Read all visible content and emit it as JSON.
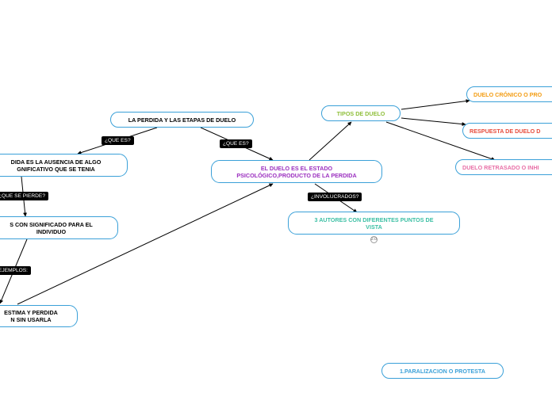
{
  "nodes": {
    "perdida": {
      "text": "LA PERDIDA Y LAS ETAPAS DE DUELO",
      "color": "#000000"
    },
    "perdida_def": {
      "text": "DIDA ES LA AUSENCIA DE ALGO\nGNIFICATIVO QUE SE TENIA",
      "color": "#000000"
    },
    "significado": {
      "text": "S CON SIGNIFICADO PARA EL\nINDIVIDUO",
      "color": "#000000"
    },
    "ejemplo": {
      "text": "ESTIMA Y PERDIDA\nN SIN USARLA",
      "color": "#000000"
    },
    "duelo": {
      "text": "EL DUELO ES EL ESTADO\nPSICOLÓGICO,PRODUCTO DE LA PERDIDA",
      "color": "#9b2fbf"
    },
    "tipos": {
      "text": "TIPOS DE DUELO",
      "color": "#8fbf3a"
    },
    "cronico": {
      "text": "DUELO CRÓNICO O PRO",
      "color": "#f39c12"
    },
    "respuesta": {
      "text": "RESPUESTA DE DUELO D",
      "color": "#e74c3c"
    },
    "retrasado": {
      "text": "DUELO RETRASADO O INHI",
      "color": "#e86fa6"
    },
    "autores": {
      "text": "3 AUTORES CON DIFERENTES PUNTOS DE\nVISTA",
      "color": "#3bbfa4"
    },
    "paralizacion": {
      "text": "1.PARALIZACION O PROTESTA",
      "color": "#3aa0d8"
    }
  },
  "tags": {
    "que_es_1": "¿QUE ES?",
    "que_es_2": "¿QUE ES?",
    "que_se_pierde": "¿QUE SE PIERDE?",
    "ejemplos": "EJEMPLOS:",
    "involucrados": "¿INVOLUCRADOS?"
  },
  "collapse_icon": {
    "label": "2.0"
  },
  "colors": {
    "border": "#3aa0d8",
    "line": "#000000"
  }
}
